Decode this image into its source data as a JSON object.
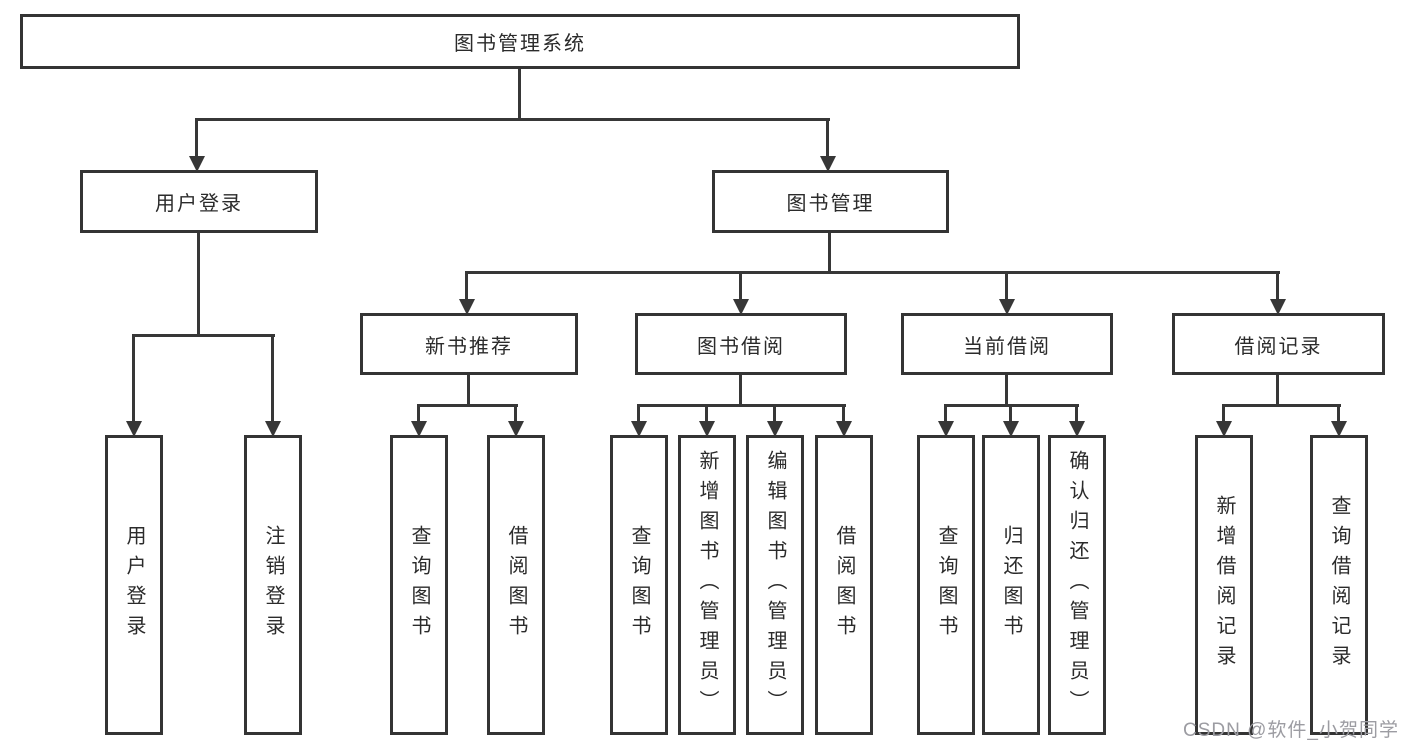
{
  "diagram": {
    "title": "图书管理系统",
    "level2": {
      "user_login": "用户登录",
      "book_management": "图书管理"
    },
    "level3": {
      "new_book_recommend": "新书推荐",
      "book_borrow": "图书借阅",
      "current_borrow": "当前借阅",
      "borrow_record": "借阅记录"
    },
    "leaves": {
      "user_login": [
        "用户登录",
        "注销登录"
      ],
      "new_book_recommend": [
        "查询图书",
        "借阅图书"
      ],
      "book_borrow": [
        "查询图书",
        "新增图书（管理员）",
        "编辑图书（管理员）",
        "借阅图书"
      ],
      "current_borrow": [
        "查询图书",
        "归还图书",
        "确认归还（管理员）"
      ],
      "borrow_record": [
        "新增借阅记录",
        "查询借阅记录"
      ]
    }
  },
  "watermark": "CSDN @软件_小贺同学",
  "colors": {
    "line": "#373737",
    "border": "#343434",
    "text": "#2b2b2b",
    "background": "#ffffff",
    "watermark": "#9c9ca2"
  }
}
